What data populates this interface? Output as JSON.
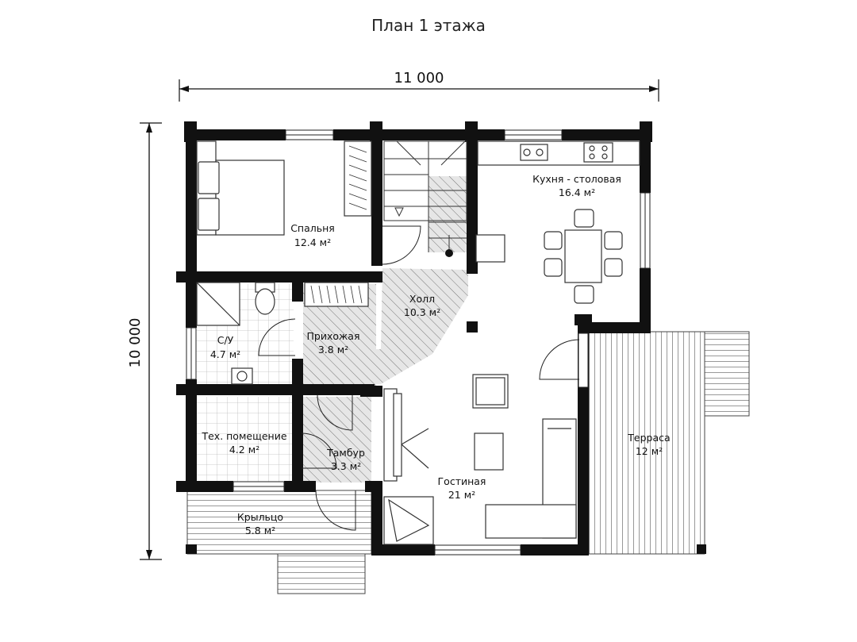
{
  "title": "План 1 этажа",
  "dimensions": {
    "width": "11 000",
    "height": "10 000"
  },
  "rooms": [
    {
      "id": "bedroom",
      "name": "Спальня",
      "area": "12.4 м²"
    },
    {
      "id": "kitchen",
      "name": "Кухня - столовая",
      "area": "16.4 м²"
    },
    {
      "id": "hall",
      "name": "Холл",
      "area": "10.3 м²"
    },
    {
      "id": "bathroom",
      "name": "С/У",
      "area": "4.7 м²"
    },
    {
      "id": "entry",
      "name": "Прихожая",
      "area": "3.8 м²"
    },
    {
      "id": "tech",
      "name": "Тех. помещение",
      "area": "4.2 м²"
    },
    {
      "id": "vestibule",
      "name": "Тамбур",
      "area": "3.3 м²"
    },
    {
      "id": "living",
      "name": "Гостиная",
      "area": "21 м²"
    },
    {
      "id": "terrace",
      "name": "Терраса",
      "area": "12 м²"
    },
    {
      "id": "porch",
      "name": "Крыльцо",
      "area": "5.8 м²"
    }
  ]
}
